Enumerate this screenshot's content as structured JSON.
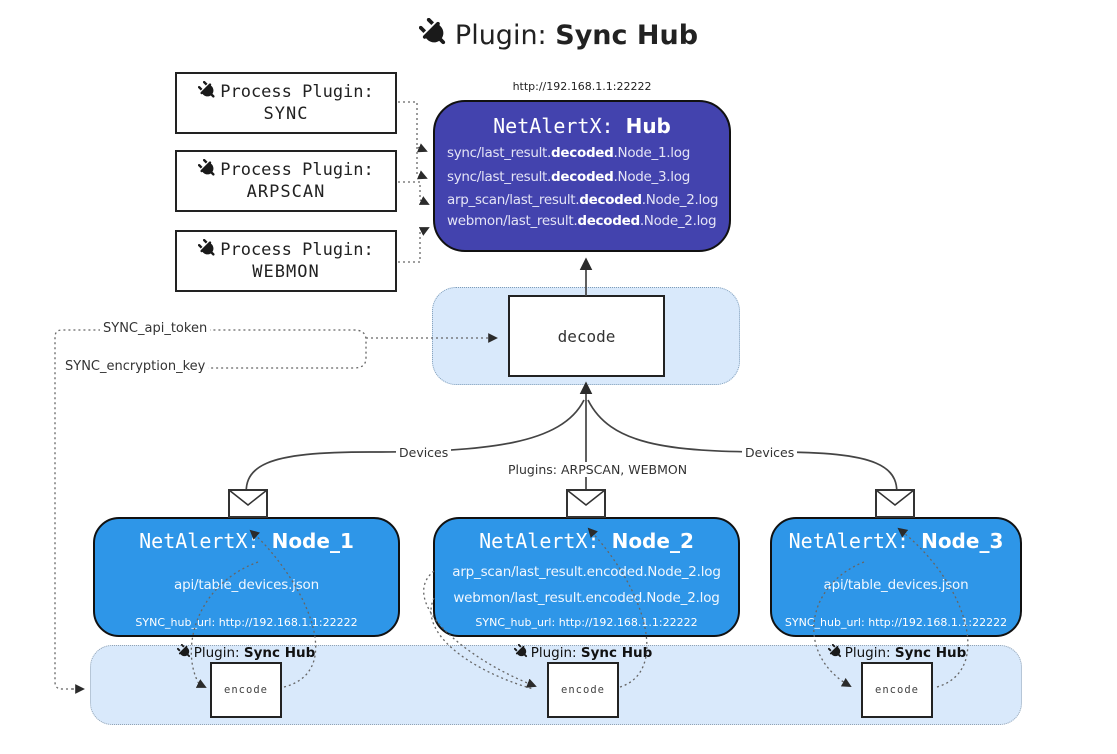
{
  "title": {
    "prefix": "Plugin:",
    "name": "Sync Hub"
  },
  "hub": {
    "url": "http://192.168.1.1:22222",
    "title_prefix": "NetAlertX: ",
    "title_name": "Hub",
    "logs": [
      {
        "pre": "sync/last_result.",
        "bold": "decoded",
        "post": ".Node_1.log"
      },
      {
        "pre": "sync/last_result.",
        "bold": "decoded",
        "post": ".Node_3.log"
      },
      {
        "pre": "arp_scan/last_result.",
        "bold": "decoded",
        "post": ".Node_2.log"
      },
      {
        "pre": "webmon/last_result.",
        "bold": "decoded",
        "post": ".Node_2.log"
      }
    ]
  },
  "plugins": [
    {
      "label": "Process Plugin:",
      "name": "SYNC"
    },
    {
      "label": "Process Plugin:",
      "name": "ARPSCAN"
    },
    {
      "label": "Process Plugin:",
      "name": "WEBMON"
    }
  ],
  "decode": {
    "label": "decode"
  },
  "keys": {
    "api_token": "SYNC_api_token",
    "encryption_key": "SYNC_encryption_key"
  },
  "edge_labels": {
    "left": "Devices",
    "mid": "Plugins: ARPSCAN, WEBMON",
    "right": "Devices"
  },
  "nodes": [
    {
      "title_prefix": "NetAlertX: ",
      "title_name": "Node_1",
      "files": [
        "api/table_devices.json"
      ],
      "hub_url": "SYNC_hub_url: http://192.168.1.1:22222"
    },
    {
      "title_prefix": "NetAlertX: ",
      "title_name": "Node_2",
      "files": [
        "arp_scan/last_result.encoded.Node_2.log",
        "webmon/last_result.encoded.Node_2.log"
      ],
      "hub_url": "SYNC_hub_url: http://192.168.1.1:22222"
    },
    {
      "title_prefix": "NetAlertX: ",
      "title_name": "Node_3",
      "files": [
        "api/table_devices.json"
      ],
      "hub_url": "SYNC_hub_url: http://192.168.1.1:22222"
    }
  ],
  "encoders": [
    {
      "prefix": "Plugin: ",
      "name": "Sync Hub",
      "box_label": "encode"
    },
    {
      "prefix": "Plugin: ",
      "name": "Sync Hub",
      "box_label": "encode"
    },
    {
      "prefix": "Plugin: ",
      "name": "Sync Hub",
      "box_label": "encode"
    }
  ],
  "colors": {
    "hub_bg": "#4343ae",
    "node_bg": "#2e96e8",
    "panel_bg": "#d9e9fb",
    "border_dark": "#1a1a1a",
    "line": "#444444",
    "dotted": "#666666",
    "hub_text": "#e4e4f6",
    "node_text": "#ffffff"
  }
}
